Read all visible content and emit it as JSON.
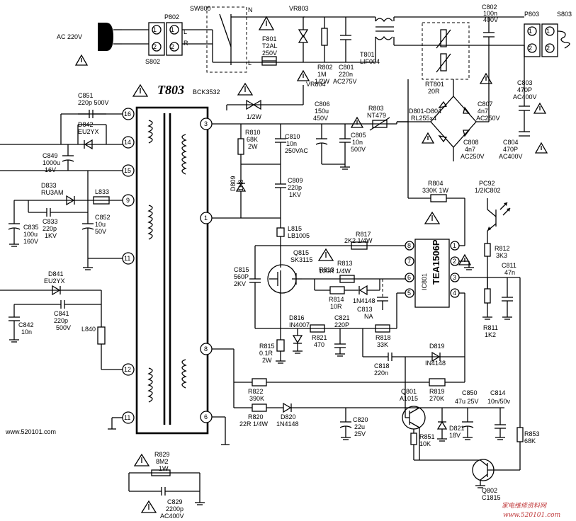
{
  "title": "T803",
  "transformer_model": "BCK3532",
  "ic_label": "TEA1506P",
  "ic_ref": "IC801",
  "website": "www.520101.com",
  "watermark_cn": "家电维修资料网",
  "watermark_url": "www.520101.com",
  "ac_input": "AC 220V",
  "connector_labels": [
    "P802",
    "S802",
    "SW800",
    "P803",
    "S803"
  ],
  "components": [
    {
      "ref": "SW800"
    },
    {
      "ref": "VR803"
    },
    {
      "ref": "F801",
      "value": "T2AL 250V"
    },
    {
      "ref": "R802",
      "value": "1M 1/2W"
    },
    {
      "ref": "C801",
      "value": "220n AC275V"
    },
    {
      "ref": "VR804"
    },
    {
      "ref": "T801",
      "value": "LIF004"
    },
    {
      "ref": "C802",
      "value": "100n 400V"
    },
    {
      "ref": "RT801",
      "value": "20R"
    },
    {
      "ref": "C803",
      "value": "470P AC400V"
    },
    {
      "ref": "C807",
      "value": "4n7 AC250V"
    },
    {
      "ref": "C808",
      "value": "4n7 AC250V"
    },
    {
      "ref": "C804",
      "value": "470P AC400V"
    },
    {
      "ref": "D801-D804",
      "value": "RL255x4"
    },
    {
      "ref": "C806",
      "value": "150u 450V"
    },
    {
      "ref": "R803",
      "value": "NT479"
    },
    {
      "ref": "C805",
      "value": "10n 500V"
    },
    {
      "ref": "R810",
      "value": "68K 2W"
    },
    {
      "ref": "C810",
      "value": "10n 250VAC"
    },
    {
      "ref": "D809",
      "value": "1H8"
    },
    {
      "ref": "C809",
      "value": "220p 1KV"
    },
    {
      "ref": "R804",
      "value": "330K 1W"
    },
    {
      "ref": "PC92",
      "value": "1/2IC802"
    },
    {
      "ref": "L815",
      "value": "LB1005"
    },
    {
      "ref": "R817",
      "value": "2K2 1/4W"
    },
    {
      "ref": "Q815",
      "value": "SK3115"
    },
    {
      "ref": "R813",
      "value": "100R 1/4W"
    },
    {
      "ref": "R814",
      "value": "10R"
    },
    {
      "ref": "C813",
      "value": "NA"
    },
    {
      "ref": "C815",
      "value": "560P 2KV"
    },
    {
      "ref": "D816",
      "value": "IN4007"
    },
    {
      "ref": "R821",
      "value": "470"
    },
    {
      "ref": "C821",
      "value": "220P"
    },
    {
      "ref": "R818",
      "value": "33K"
    },
    {
      "ref": "C818",
      "value": "220n"
    },
    {
      "ref": "D819",
      "value": "IN4148"
    },
    {
      "ref": "R815",
      "value": "0.1R 2W"
    },
    {
      "ref": "R812",
      "value": "3K3"
    },
    {
      "ref": "C811",
      "value": "47n"
    },
    {
      "ref": "R811",
      "value": "1K2"
    },
    {
      "ref": "R822",
      "value": "390K"
    },
    {
      "ref": "R819",
      "value": "270K"
    },
    {
      "ref": "Q801",
      "value": "A1015"
    },
    {
      "ref": "C850",
      "value": "47u 25V"
    },
    {
      "ref": "C814",
      "value": "10n/50V"
    },
    {
      "ref": "R820",
      "value": "22R 1/4W"
    },
    {
      "ref": "D820",
      "value": "1N4148"
    },
    {
      "ref": "C820",
      "value": "22u 25V"
    },
    {
      "ref": "R851",
      "value": "10K"
    },
    {
      "ref": "D821",
      "value": "18V"
    },
    {
      "ref": "R853",
      "value": "68K"
    },
    {
      "ref": "Q802",
      "value": "C1815"
    },
    {
      "ref": "C851",
      "value": "220p 500V"
    },
    {
      "ref": "D842",
      "value": "EU2YX"
    },
    {
      "ref": "C849",
      "value": "1000u 16V"
    },
    {
      "ref": "D833",
      "value": "RU3AM"
    },
    {
      "ref": "L833"
    },
    {
      "ref": "C833",
      "value": "220p 1KV"
    },
    {
      "ref": "C852",
      "value": "10u 50V"
    },
    {
      "ref": "C835",
      "value": "100u 160V"
    },
    {
      "ref": "D841",
      "value": "EU2YX"
    },
    {
      "ref": "C841",
      "value": "220p 500V"
    },
    {
      "ref": "C842",
      "value": "10n"
    },
    {
      "ref": "L840"
    },
    {
      "ref": "R829",
      "value": "8M2 1W"
    },
    {
      "ref": "C829",
      "value": "2200p AC400V"
    }
  ],
  "labels": {
    "p802": "P802",
    "s802": "S802",
    "sw800": "SW800",
    "n": "N",
    "l_": "L",
    "vr803": "VR803",
    "f801": "F801",
    "f801v1": "T2AL",
    "f801v2": "250V",
    "r802": "R802",
    "r802v1": "1M",
    "r802v2": "1/2W",
    "vr804": "VR804",
    "c801": "C801",
    "c801v1": "220n",
    "c801v2": "AC275V",
    "t801": "T801",
    "t801v": "LIF004",
    "c802": "C802",
    "c802v1": "100n",
    "c802v2": "400V",
    "p803": "P803",
    "s803": "S803",
    "rt801": "RT801",
    "rt801v": "20R",
    "c803": "C803",
    "c803v1": "470P",
    "c803v2": "AC400V",
    "c807": "C807",
    "c807v1": "4n7",
    "c807v2": "AC250V",
    "c808": "C808",
    "c808v1": "4n7",
    "c808v2": "AC250V",
    "c804": "C804",
    "c804v1": "470P",
    "c804v2": "AC400V",
    "d801": "D801-D804",
    "d801v": "RL255x4",
    "c806": "C806",
    "c806v1": "150u",
    "c806v2": "450V",
    "r803": "R803",
    "r803v": "NT479",
    "half2w": "1/2W",
    "r810": "R810",
    "r810v1": "68K",
    "r810v2": "2W",
    "c810": "C810",
    "c810v1": "10n",
    "c810v2": "250VAC",
    "c805": "C805",
    "c805v1": "10n",
    "c805v2": "500V",
    "d809": "D809",
    "d809v": "1H8",
    "c809": "C809",
    "c809v1": "220p",
    "c809v2": "1KV",
    "r804": "R804",
    "r804v": "330K 1W",
    "pc92": "PC92",
    "pc92v": "1/2IC802",
    "l815": "L815",
    "l815v": "LB1005",
    "r817": "R817",
    "r817v": "2K2  1/4W",
    "q815": "Q815",
    "q815v": "SK3115",
    "r813": "R813",
    "r813v": "100R  1/4W",
    "r814": "R814",
    "r814v": "10R",
    "d_in4148": "1N4148",
    "c813": "C813",
    "c813v": "NA",
    "c815": "C815",
    "c815v1": "560P",
    "c815v2": "2KV",
    "d816": "D816",
    "d816v": "IN4007",
    "c821": "C821",
    "c821v": "220P",
    "r821": "R821",
    "r821v": "470",
    "r818": "R818",
    "r818v": "33K",
    "c818": "C818",
    "c818v": "220n",
    "d819": "D819",
    "d819v": "IN4148",
    "r815": "R815",
    "r815v1": "0.1R",
    "r815v2": "2W",
    "r812": "R812",
    "r812v": "3K3",
    "c811": "C811",
    "c811v": "47n",
    "r811": "R811",
    "r811v": "1K2",
    "r822": "R822",
    "r822v": "390K",
    "r819": "R819",
    "r819v": "270K",
    "q801": "Q801",
    "q801v": "A1015",
    "c850": "C850",
    "c850v": "47u 25V",
    "c814": "C814",
    "c814v": "10n/50v",
    "r820": "R820",
    "r820v": "22R  1/4W",
    "d820": "D820",
    "d820v": "1N4148",
    "c820": "C820",
    "c820v1": "22u",
    "c820v2": "25V",
    "r851": "R851",
    "r851v": "10K",
    "d821": "D821",
    "d821v": "18V",
    "r853": "R853",
    "r853v": "68K",
    "q802": "Q802",
    "q802v": "C1815",
    "c851": "C851",
    "c851v": "220p 500V",
    "d842": "D842",
    "d842v": "EU2YX",
    "c849": "C849",
    "c849v1": "1000u",
    "c849v2": "16V",
    "d833": "D833",
    "d833v": "RU3AM",
    "l833": "L833",
    "c833": "C833",
    "c833v1": "220p",
    "c833v2": "1KV",
    "c852": "C852",
    "c852v1": "10u",
    "c852v2": "50V",
    "c835": "C835",
    "c835v1": "100u",
    "c835v2": "160V",
    "d841": "D841",
    "d841v": "EU2YX",
    "c841": "C841",
    "c841v1": "220p",
    "c841v2": "500V",
    "c842": "C842",
    "c842v": "10n",
    "l840": "L840",
    "r829": "R829",
    "r829v1": "8M2",
    "r829v2": "1W",
    "c829": "C829",
    "c829v1": "2200p",
    "c829v2": "AC400V",
    "pin_r": "R",
    "pin_l": "L",
    "pin_n": "N",
    "t_pins": [
      "16",
      "14",
      "15",
      "9",
      "11",
      "12",
      "11",
      "3",
      "1",
      "8",
      "6"
    ],
    "ic_pins": [
      "8",
      "7",
      "6",
      "5",
      "1",
      "2",
      "3",
      "4"
    ]
  }
}
